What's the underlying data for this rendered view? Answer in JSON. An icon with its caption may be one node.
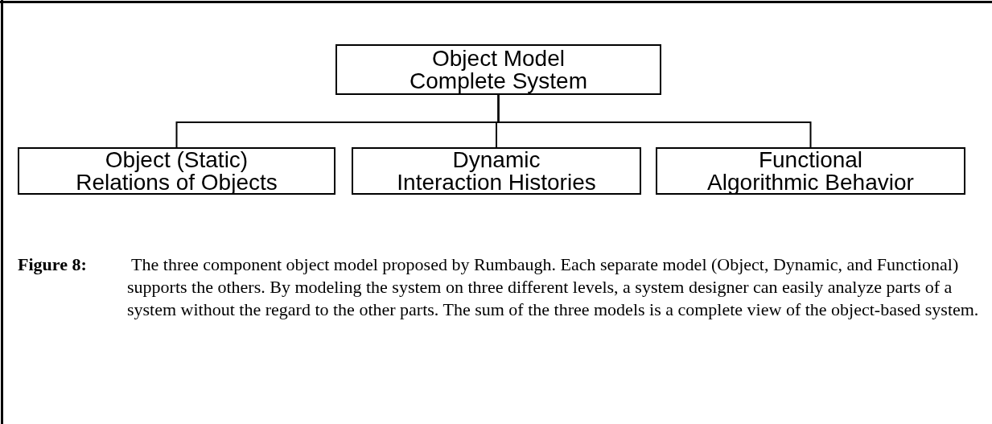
{
  "diagram": {
    "caption": "**Figure 8:** The three component object model proposed by Rumbaugh.  Each separate model (Object, Dynamic, and Functional) supports the others.  By modeling the system on three different levels, a system designer can easily analyze parts of a system without the regard to the other parts.  The sum of the three models is a complete view of the object-based system.",
    "nodes": [
      {
        "text": [
          "Object Model",
          "Complete System"
        ]
      },
      {
        "text": [
          "Object (Static)",
          "Relations of Objects"
        ]
      },
      {
        "text": [
          "Dynamic",
          "Interaction Histories"
        ]
      },
      {
        "text": [
          "Functional",
          "Algorithmic Behavior"
        ]
      }
    ],
    "edges": [
      {
        "from": 0,
        "to": 1,
        "arrow": "none"
      },
      {
        "from": 0,
        "to": 2,
        "arrow": "none"
      },
      {
        "from": 0,
        "to": 3,
        "arrow": "none"
      }
    ]
  }
}
